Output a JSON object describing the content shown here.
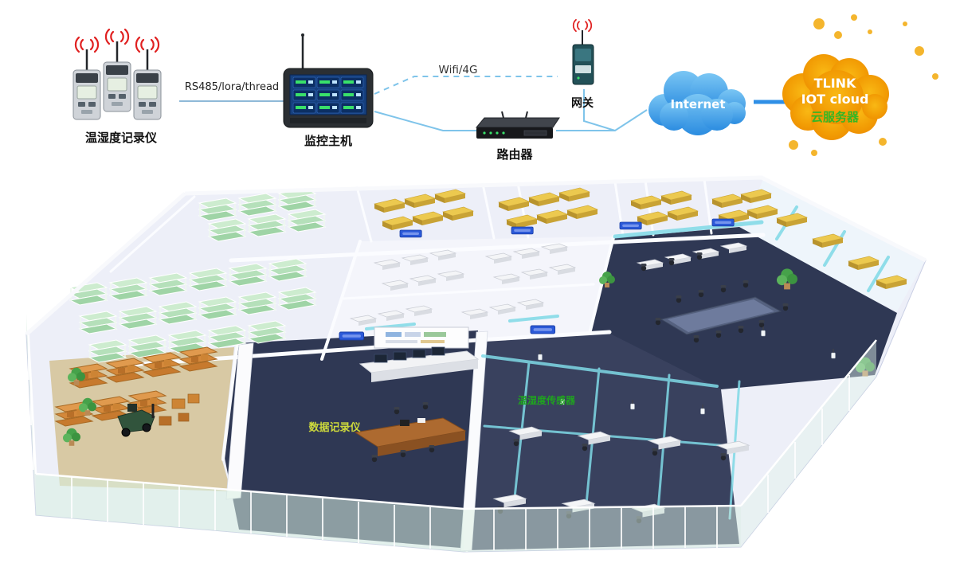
{
  "pipeline": {
    "logger_label": "温湿度记录仪",
    "bus_label": "RS485/lora/thread",
    "host_label": "监控主机",
    "wifi_label": "Wifi/4G",
    "gateway_label": "网关",
    "router_label": "路由器",
    "internet_label": "Internet",
    "cloud_line1": "TLINK",
    "cloud_line2": "IOT cloud",
    "cloud_line3": "云服务器"
  },
  "floorplan": {
    "datalogger_label": "数据记录仪",
    "sensor_label": "温湿度传感器"
  },
  "colors": {
    "signal_red": "#e02121",
    "link_blue": "#7fc4ea",
    "internet_blue": "#2f8fe6",
    "cloud_orange": "#f29c04",
    "cloud_text_green": "#35b625",
    "floor_navy": "#2f3854",
    "glass_cyan": "#7fd9e6",
    "rack_green": "#b5e0ba",
    "wood_orange": "#d4883a",
    "bench_yellow": "#ecc94f",
    "wall_green": "#d9f0e2",
    "sensor_label_green": "#1fa31f",
    "datalogger_label_yellow": "#cdd93c"
  }
}
